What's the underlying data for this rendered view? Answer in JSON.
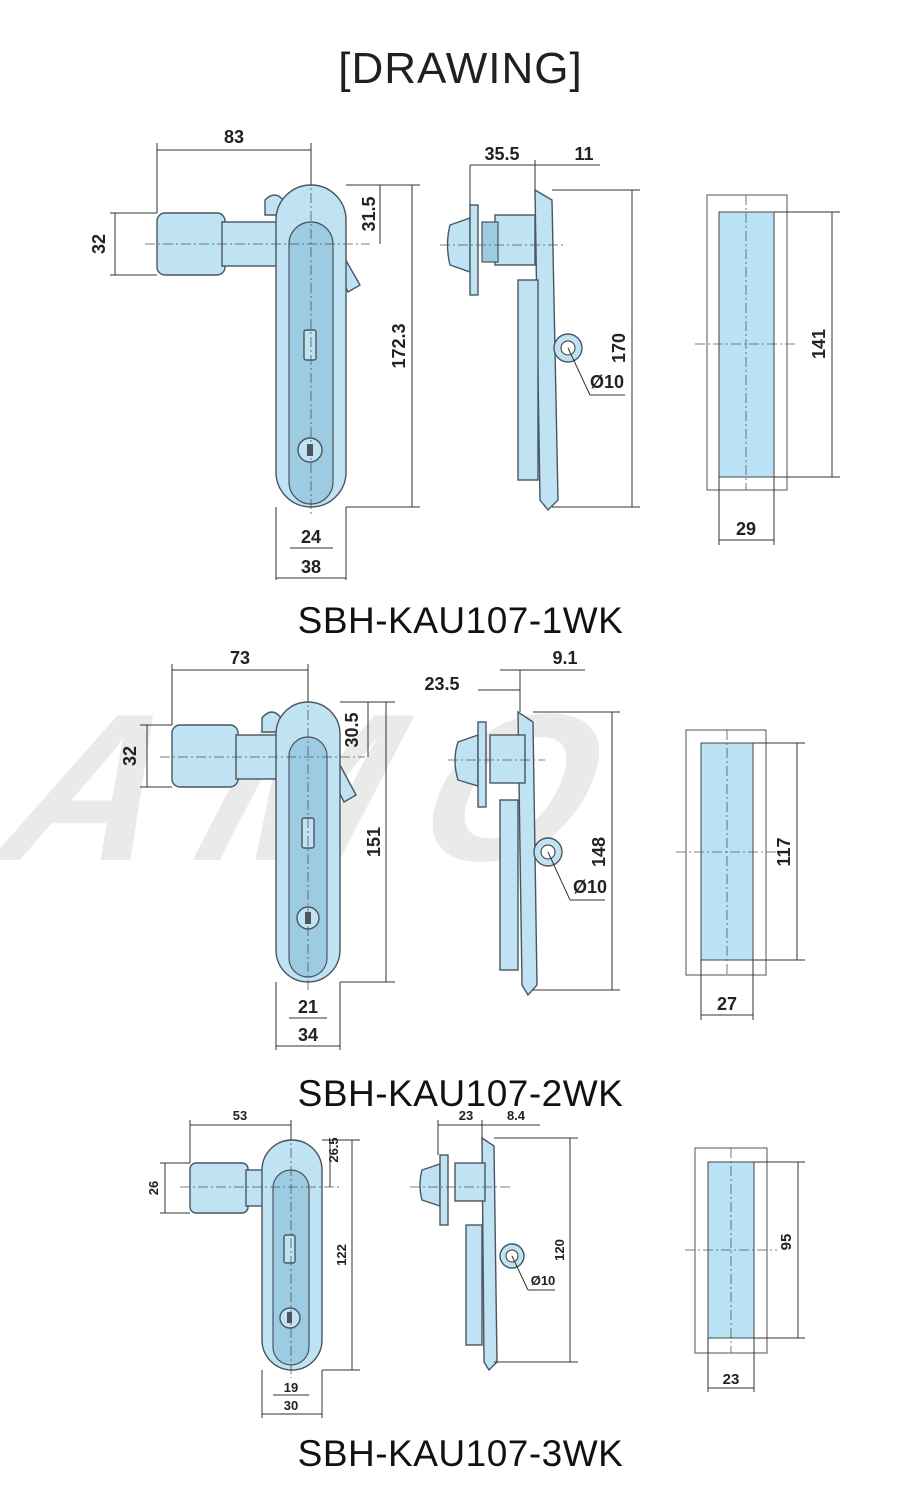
{
  "title": "[DRAWING]",
  "watermark": "SAMO",
  "models": [
    {
      "name": "SBH-KAU107-1WK",
      "dims": {
        "handle_len": "83",
        "cyl_dia": "32",
        "top_off": "31.5",
        "height": "172.3",
        "inner_w": "24",
        "outer_w": "38",
        "side_depth": "35.5",
        "side_thk": "11",
        "side_height": "170",
        "hole": "Ø10",
        "cut_height": "141",
        "cut_width": "29"
      }
    },
    {
      "name": "SBH-KAU107-2WK",
      "dims": {
        "handle_len": "73",
        "cyl_dia": "32",
        "top_off": "30.5",
        "height": "151",
        "inner_w": "21",
        "outer_w": "34",
        "side_depth": "23.5",
        "side_thk": "9.1",
        "side_height": "148",
        "hole": "Ø10",
        "cut_height": "117",
        "cut_width": "27"
      }
    },
    {
      "name": "SBH-KAU107-3WK",
      "dims": {
        "handle_len": "53",
        "cyl_dia": "26",
        "top_off": "26.5",
        "height": "122",
        "inner_w": "19",
        "outer_w": "30",
        "side_depth": "23",
        "side_thk": "8.4",
        "side_height": "120",
        "hole": "Ø10",
        "cut_height": "95",
        "cut_width": "23"
      }
    }
  ]
}
